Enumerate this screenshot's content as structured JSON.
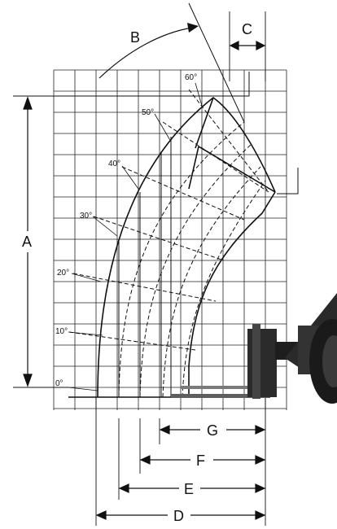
{
  "title": "",
  "dimension_labels": {
    "a": "A",
    "b": "B",
    "c": "C",
    "d": "D",
    "e": "E",
    "f": "F",
    "g": "G"
  },
  "angle_labels": [
    "0°",
    "10°",
    "20°",
    "30°",
    "40°",
    "50°",
    "60°"
  ],
  "colors": {
    "line": "#111111",
    "grid": "#222222",
    "background": "#ffffff"
  },
  "illustration": "telehandler-front-with-forks-icon"
}
